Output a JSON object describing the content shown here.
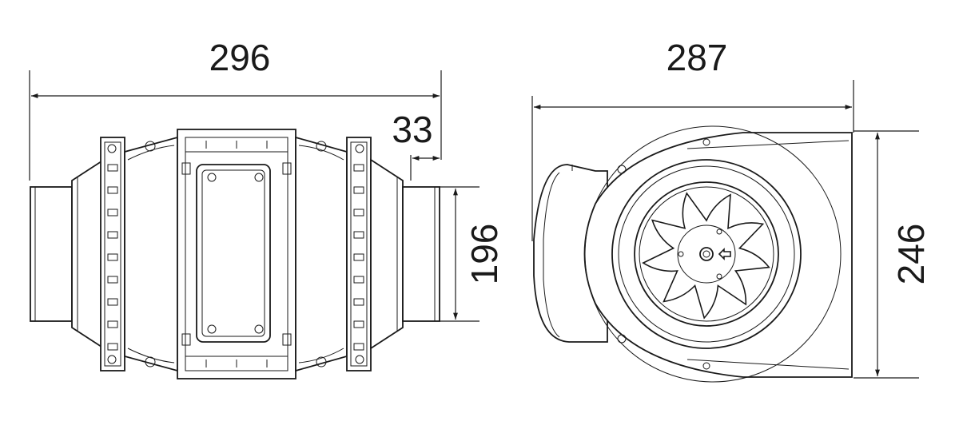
{
  "dimensions": {
    "overall_length": "296",
    "collar_length": "33",
    "collar_diameter": "196",
    "overall_width": "287",
    "overall_height": "246"
  }
}
